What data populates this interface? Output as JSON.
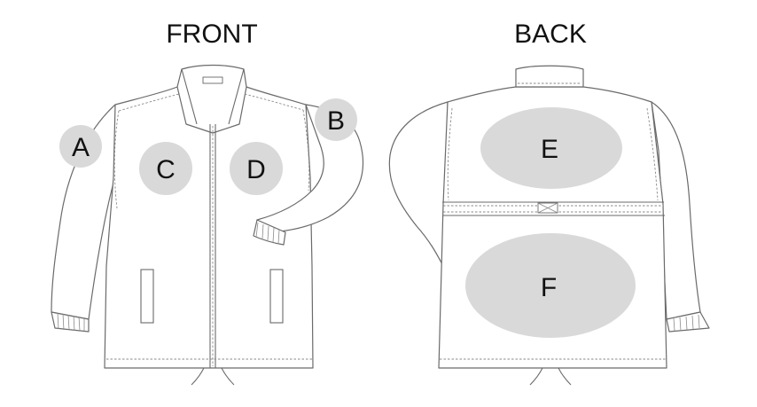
{
  "views": {
    "front": {
      "title": "FRONT"
    },
    "back": {
      "title": "BACK"
    }
  },
  "zones": {
    "a": {
      "label": "A"
    },
    "b": {
      "label": "B"
    },
    "c": {
      "label": "C"
    },
    "d": {
      "label": "D"
    },
    "e": {
      "label": "E"
    },
    "f": {
      "label": "F"
    }
  },
  "colors": {
    "zone_fill": "#d9d9d9",
    "outline": "#6a6a6a",
    "label": "#111111"
  }
}
